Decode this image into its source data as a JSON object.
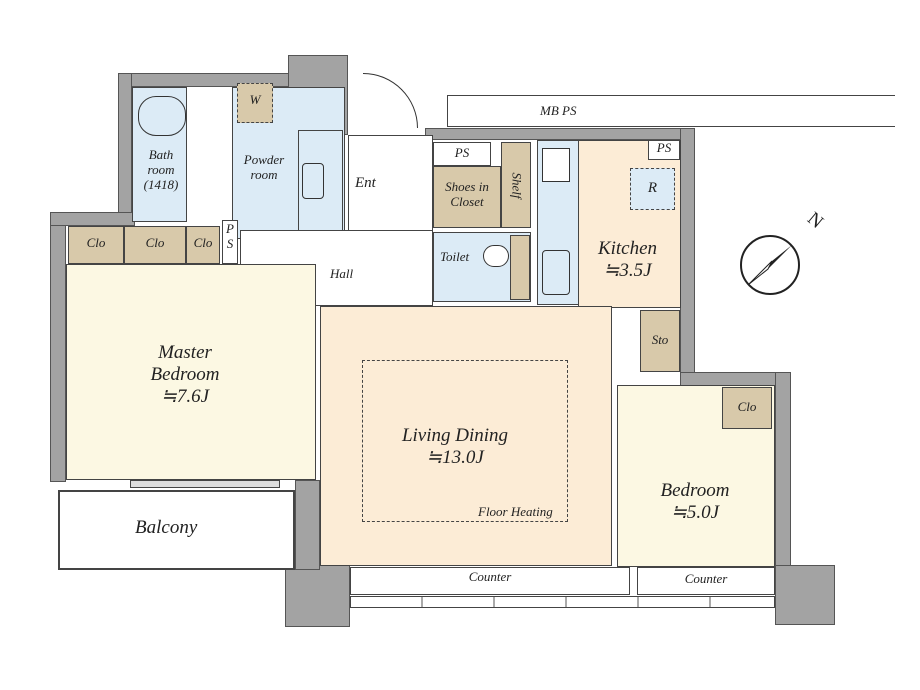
{
  "rooms": {
    "bath": {
      "name": "Bath",
      "name2": "room",
      "size": "(1418)"
    },
    "powder": {
      "name": "Powder",
      "name2": "room"
    },
    "washer": "W",
    "entrance": "Ent",
    "mbps": "MB  PS",
    "ps_top": "PS",
    "ps_kitchen": "PS",
    "ps_vertical": "P S",
    "shoes": {
      "name": "Shoes  in",
      "name2": "Closet"
    },
    "shelf": "Shelf",
    "toilet": "Toilet",
    "kitchen": {
      "name": "Kitchen",
      "area": "≒3.5J"
    },
    "fridge": "R",
    "closets": [
      "Clo",
      "Clo",
      "Clo"
    ],
    "hall": "Hall",
    "master": {
      "name": "Master",
      "name2": "Bedroom",
      "area": "≒7.6J"
    },
    "living": {
      "name": "Living Dining",
      "area": "≒13.0J",
      "note": "Floor Heating"
    },
    "storage": "Sto",
    "bedroom": {
      "name": "Bedroom",
      "area": "≒5.0J",
      "closet": "Clo"
    },
    "balcony": "Balcony",
    "counter_living": "Counter",
    "counter_bedroom": "Counter"
  },
  "compass": {
    "label": "N"
  },
  "colors": {
    "wall": "#a3a3a3",
    "wet": "#dcebf6",
    "storage": "#d8c9aa",
    "bedroom": "#fcf8e3",
    "living": "#fcecd6"
  }
}
